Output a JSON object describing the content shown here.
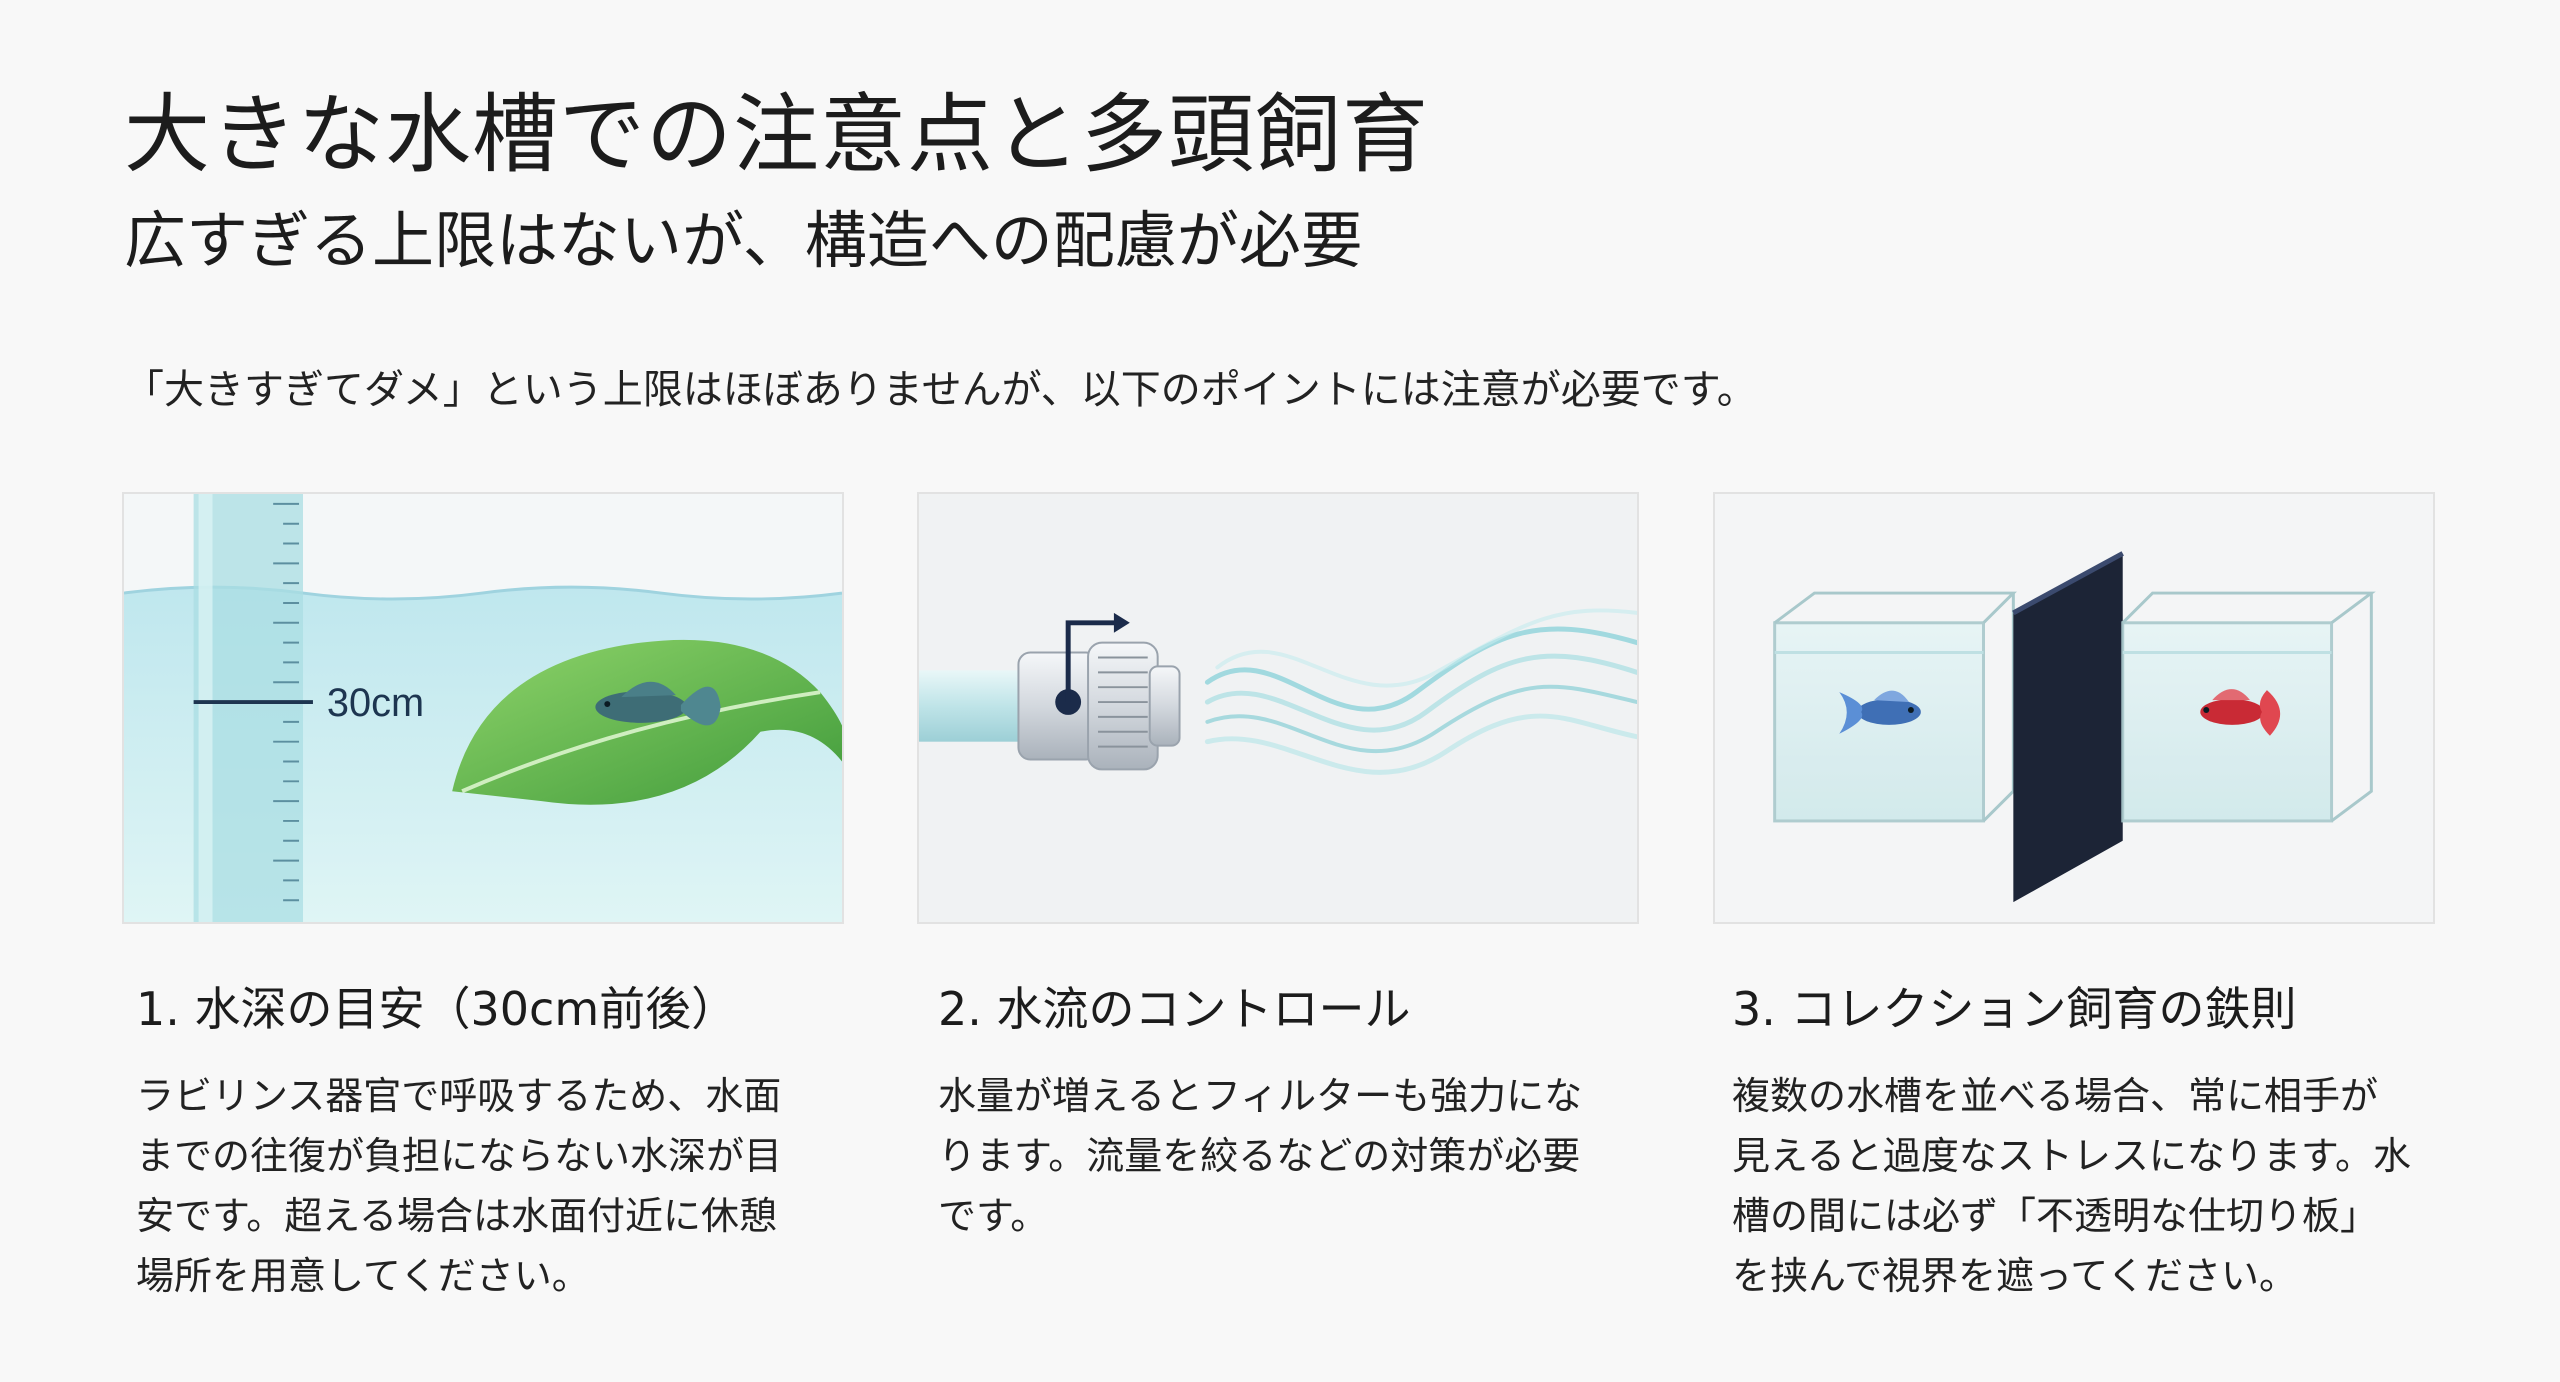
{
  "header": {
    "title": "大きな水槽での注意点と多頭飼育",
    "subtitle": "広すぎる上限はないが、構造への配慮が必要",
    "intro": "「大きすぎてダメ」という上限はほぼありませんが、以下のポイントには注意が必要です。"
  },
  "points": [
    {
      "title": "1. 水深の目安（30cm前後）",
      "lines": [
        "ラビリンス器官で呼吸するため、水面",
        "までの往復が負担にならない水深が目",
        "安です。超える場合は水面付近に休憩",
        "場所を用意してください。"
      ],
      "illustration": {
        "depth_label": "30cm"
      }
    },
    {
      "title": "2. 水流のコントロール",
      "lines": [
        "水量が増えるとフィルターも強力にな",
        "ります。流量を絞るなどの対策が必要",
        "です。"
      ]
    },
    {
      "title": "3. コレクション飼育の鉄則",
      "lines": [
        "複数の水槽を並べる場合、常に相手が",
        "見えると過度なストレスになります。水",
        "槽の間には必ず「不透明な仕切り板」",
        "を挟んで視界を遮ってください。"
      ]
    }
  ],
  "colors": {
    "water": "#cfeff2",
    "leaf": "#5db84a",
    "fish_blue": "#3f6fb5",
    "fish_red": "#d8323c",
    "divider": "#1c2436"
  }
}
